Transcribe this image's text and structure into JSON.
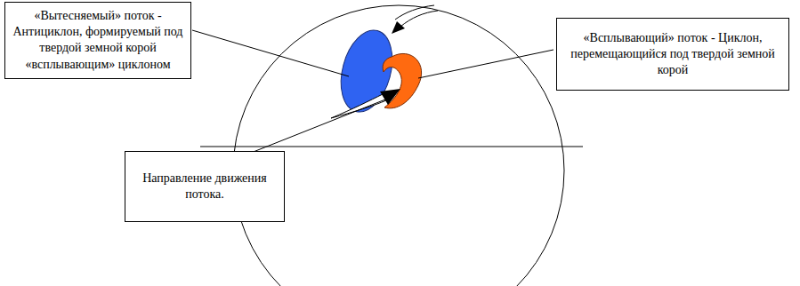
{
  "diagram": {
    "nodes": [
      {
        "text": [
          "«Вытесняемый» поток - Антициклон, формируемый под твердой земной корой «всплывающим» циклоном"
        ]
      },
      {
        "text": [
          "«Всплывающий» поток - Циклон, перемещающийся под твердой земной корой"
        ]
      },
      {
        "text": [
          "Направление движения потока."
        ]
      }
    ]
  }
}
